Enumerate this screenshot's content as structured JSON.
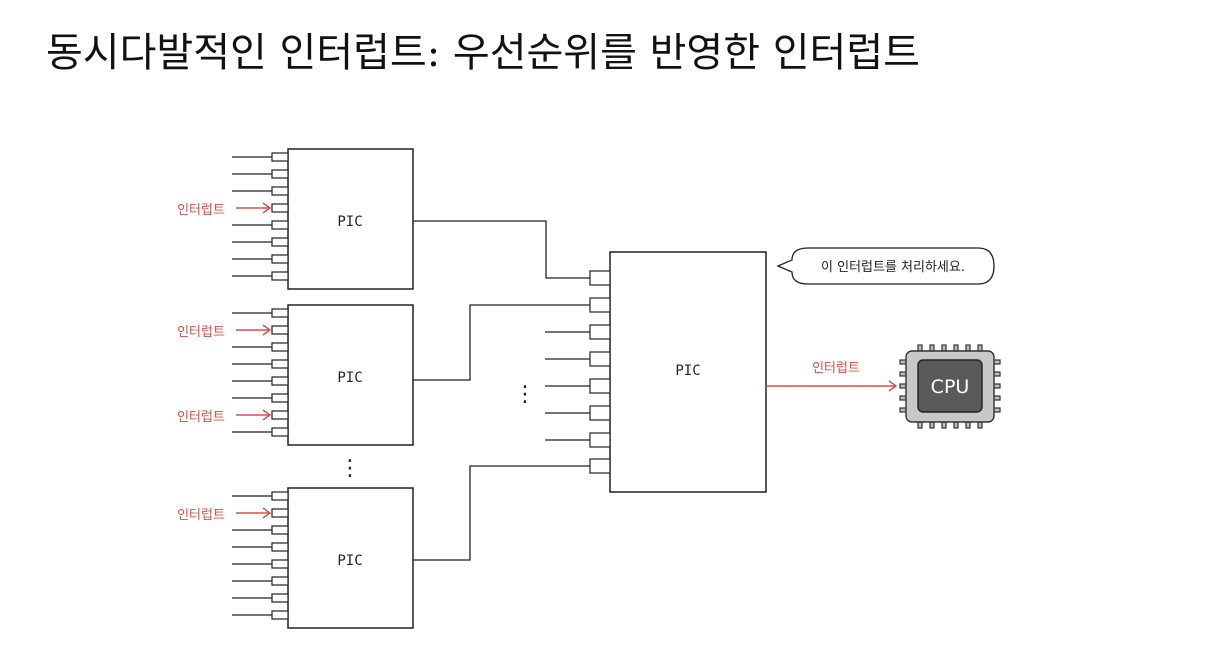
{
  "title": "동시다발적인 인터럽트: 우선순위를 반영한 인터럽트",
  "diagram": {
    "slave_pics": [
      {
        "label": "PIC",
        "interrupt_label": "인터럽트"
      },
      {
        "label": "PIC",
        "interrupt_label": "인터럽트"
      },
      {
        "label": "PIC",
        "interrupt_label": "인터럽트"
      }
    ],
    "master_pic": {
      "label": "PIC"
    },
    "speech_bubble": "이 인터럽트를 처리하세요.",
    "output_interrupt_label": "인터럽트",
    "cpu_label": "CPU",
    "ellipsis": "⋮",
    "colors": {
      "line": "#222222",
      "interrupt": "#d6504a",
      "cpu_body": "#5a5a5a",
      "cpu_outer": "#c8c8c8"
    }
  }
}
